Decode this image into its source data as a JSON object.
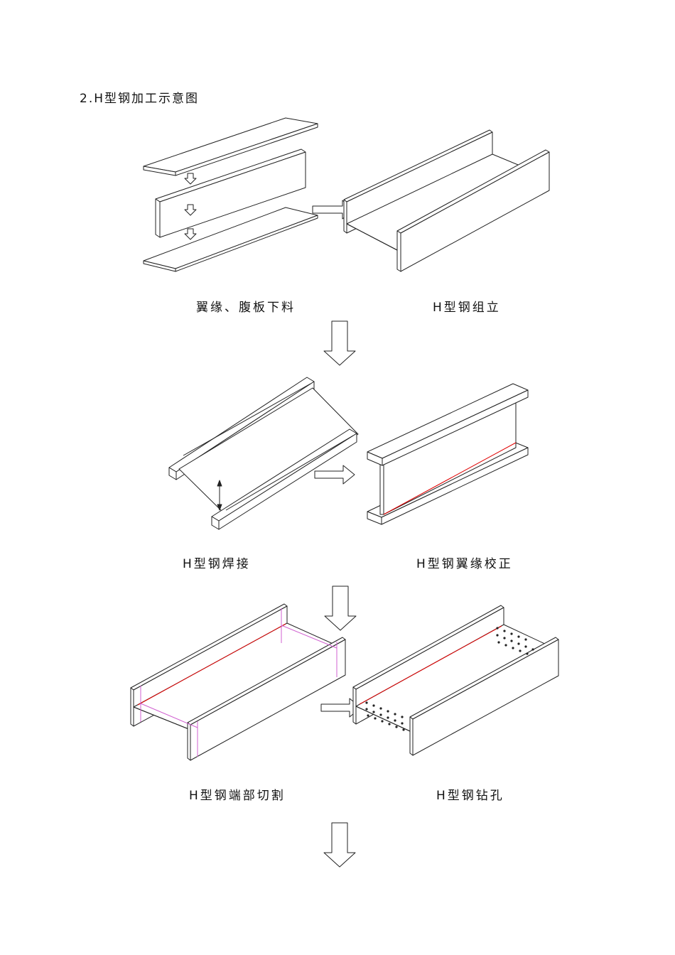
{
  "title": "2.H型钢加工示意图",
  "steps": [
    {
      "label": "翼缘、腹板下料"
    },
    {
      "label": "H型钢组立"
    },
    {
      "label": "H型钢焊接"
    },
    {
      "label": "H型钢翼缘校正"
    },
    {
      "label": "H型钢端部切割"
    },
    {
      "label": "H型钢钻孔"
    }
  ],
  "colors": {
    "line": "#222222",
    "weld": "#e00000",
    "cut": "#d060d0"
  }
}
